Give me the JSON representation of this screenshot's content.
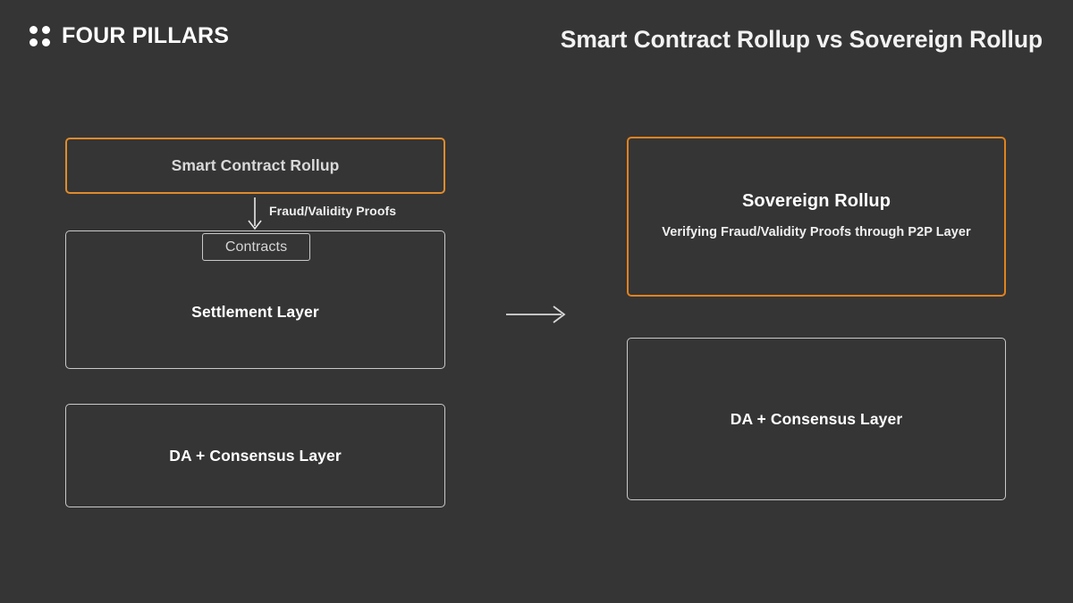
{
  "header": {
    "brand_name": "FOUR PILLARS",
    "logo_icon": "four-dots-grid-icon",
    "title": "Smart Contract Rollup vs Sovereign Rollup"
  },
  "colors": {
    "background": "#353535",
    "accent_orange": "#df8b2c",
    "accent_orange_strong": "#e0821f",
    "border_gray": "#c9c9c9",
    "text_primary": "#ffffff",
    "text_secondary": "#d9d9d9"
  },
  "diagram": {
    "left_column": {
      "rollup_box": {
        "label": "Smart Contract Rollup",
        "border": "orange"
      },
      "flow_arrow": {
        "icon": "arrow-down-icon",
        "label": "Fraud/Validity Proofs"
      },
      "settlement_box": {
        "label": "Settlement Layer",
        "border": "gray"
      },
      "contracts_chip": {
        "label": "Contracts",
        "border": "gray"
      },
      "da_box": {
        "label": "DA + Consensus Layer",
        "border": "gray"
      }
    },
    "center_arrow": {
      "icon": "arrow-right-icon"
    },
    "right_column": {
      "rollup_box": {
        "label": "Sovereign Rollup",
        "sublabel": "Verifying Fraud/Validity Proofs through P2P Layer",
        "border": "orange"
      },
      "da_box": {
        "label": "DA + Consensus Layer",
        "border": "gray"
      }
    }
  }
}
